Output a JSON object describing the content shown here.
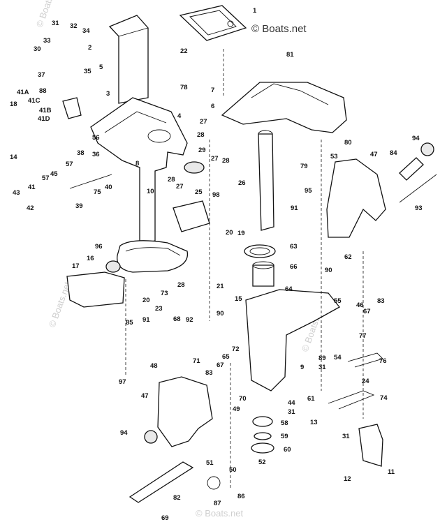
{
  "watermark": {
    "text": "© Boats.net",
    "faint_text": "© Boats.net"
  },
  "callouts": [
    {
      "id": "c1",
      "text": "1"
    },
    {
      "id": "c2",
      "text": "2"
    },
    {
      "id": "c3",
      "text": "3"
    },
    {
      "id": "c4",
      "text": "4"
    },
    {
      "id": "c5",
      "text": "5"
    },
    {
      "id": "c6",
      "text": "6"
    },
    {
      "id": "c7",
      "text": "7"
    },
    {
      "id": "c8",
      "text": "8"
    },
    {
      "id": "c9",
      "text": "9"
    },
    {
      "id": "c10",
      "text": "10"
    },
    {
      "id": "c11",
      "text": "11"
    },
    {
      "id": "c12",
      "text": "12"
    },
    {
      "id": "c13",
      "text": "13"
    },
    {
      "id": "c14",
      "text": "14"
    },
    {
      "id": "c15",
      "text": "15"
    },
    {
      "id": "c16",
      "text": "16"
    },
    {
      "id": "c17",
      "text": "17"
    },
    {
      "id": "c18",
      "text": "18"
    },
    {
      "id": "c19",
      "text": "19"
    },
    {
      "id": "c20a",
      "text": "20"
    },
    {
      "id": "c20b",
      "text": "20"
    },
    {
      "id": "c21",
      "text": "21"
    },
    {
      "id": "c22",
      "text": "22"
    },
    {
      "id": "c23",
      "text": "23"
    },
    {
      "id": "c24",
      "text": "24"
    },
    {
      "id": "c25",
      "text": "25"
    },
    {
      "id": "c26",
      "text": "26"
    },
    {
      "id": "c27a",
      "text": "27"
    },
    {
      "id": "c27b",
      "text": "27"
    },
    {
      "id": "c27c",
      "text": "27"
    },
    {
      "id": "c28a",
      "text": "28"
    },
    {
      "id": "c28b",
      "text": "28"
    },
    {
      "id": "c28c",
      "text": "28"
    },
    {
      "id": "c28d",
      "text": "28"
    },
    {
      "id": "c29",
      "text": "29"
    },
    {
      "id": "c30",
      "text": "30"
    },
    {
      "id": "c31a",
      "text": "31"
    },
    {
      "id": "c31b",
      "text": "31"
    },
    {
      "id": "c31c",
      "text": "31"
    },
    {
      "id": "c31d",
      "text": "31"
    },
    {
      "id": "c32",
      "text": "32"
    },
    {
      "id": "c33",
      "text": "33"
    },
    {
      "id": "c34",
      "text": "34"
    },
    {
      "id": "c35",
      "text": "35"
    },
    {
      "id": "c36",
      "text": "36"
    },
    {
      "id": "c37",
      "text": "37"
    },
    {
      "id": "c38",
      "text": "38"
    },
    {
      "id": "c39",
      "text": "39"
    },
    {
      "id": "c40",
      "text": "40"
    },
    {
      "id": "c41",
      "text": "41"
    },
    {
      "id": "c41a",
      "text": "41A"
    },
    {
      "id": "c41b",
      "text": "41B"
    },
    {
      "id": "c41c",
      "text": "41C"
    },
    {
      "id": "c41d",
      "text": "41D"
    },
    {
      "id": "c42",
      "text": "42"
    },
    {
      "id": "c43",
      "text": "43"
    },
    {
      "id": "c44",
      "text": "44"
    },
    {
      "id": "c45",
      "text": "45"
    },
    {
      "id": "c46",
      "text": "46"
    },
    {
      "id": "c47a",
      "text": "47"
    },
    {
      "id": "c47b",
      "text": "47"
    },
    {
      "id": "c48",
      "text": "48"
    },
    {
      "id": "c49",
      "text": "49"
    },
    {
      "id": "c50",
      "text": "50"
    },
    {
      "id": "c51",
      "text": "51"
    },
    {
      "id": "c52",
      "text": "52"
    },
    {
      "id": "c53",
      "text": "53"
    },
    {
      "id": "c54",
      "text": "54"
    },
    {
      "id": "c55",
      "text": "55"
    },
    {
      "id": "c56",
      "text": "56"
    },
    {
      "id": "c57",
      "text": "57"
    },
    {
      "id": "c57b",
      "text": "57"
    },
    {
      "id": "c58",
      "text": "58"
    },
    {
      "id": "c59",
      "text": "59"
    },
    {
      "id": "c60",
      "text": "60"
    },
    {
      "id": "c61",
      "text": "61"
    },
    {
      "id": "c62",
      "text": "62"
    },
    {
      "id": "c63",
      "text": "63"
    },
    {
      "id": "c64",
      "text": "64"
    },
    {
      "id": "c65",
      "text": "65"
    },
    {
      "id": "c66",
      "text": "66"
    },
    {
      "id": "c67a",
      "text": "67"
    },
    {
      "id": "c67b",
      "text": "67"
    },
    {
      "id": "c68",
      "text": "68"
    },
    {
      "id": "c69",
      "text": "69"
    },
    {
      "id": "c70",
      "text": "70"
    },
    {
      "id": "c71",
      "text": "71"
    },
    {
      "id": "c72",
      "text": "72"
    },
    {
      "id": "c73",
      "text": "73"
    },
    {
      "id": "c74",
      "text": "74"
    },
    {
      "id": "c75",
      "text": "75"
    },
    {
      "id": "c76",
      "text": "76"
    },
    {
      "id": "c77",
      "text": "77"
    },
    {
      "id": "c78",
      "text": "78"
    },
    {
      "id": "c79",
      "text": "79"
    },
    {
      "id": "c80",
      "text": "80"
    },
    {
      "id": "c81",
      "text": "81"
    },
    {
      "id": "c82",
      "text": "82"
    },
    {
      "id": "c83a",
      "text": "83"
    },
    {
      "id": "c83b",
      "text": "83"
    },
    {
      "id": "c84",
      "text": "84"
    },
    {
      "id": "c85",
      "text": "85"
    },
    {
      "id": "c86",
      "text": "86"
    },
    {
      "id": "c87",
      "text": "87"
    },
    {
      "id": "c88",
      "text": "88"
    },
    {
      "id": "c89",
      "text": "89"
    },
    {
      "id": "c90a",
      "text": "90"
    },
    {
      "id": "c90b",
      "text": "90"
    },
    {
      "id": "c91a",
      "text": "91"
    },
    {
      "id": "c91b",
      "text": "91"
    },
    {
      "id": "c92",
      "text": "92"
    },
    {
      "id": "c93",
      "text": "93"
    },
    {
      "id": "c94a",
      "text": "94"
    },
    {
      "id": "c94b",
      "text": "94"
    },
    {
      "id": "c95",
      "text": "95"
    },
    {
      "id": "c96",
      "text": "96"
    },
    {
      "id": "c97",
      "text": "97"
    },
    {
      "id": "c98",
      "text": "98"
    }
  ]
}
